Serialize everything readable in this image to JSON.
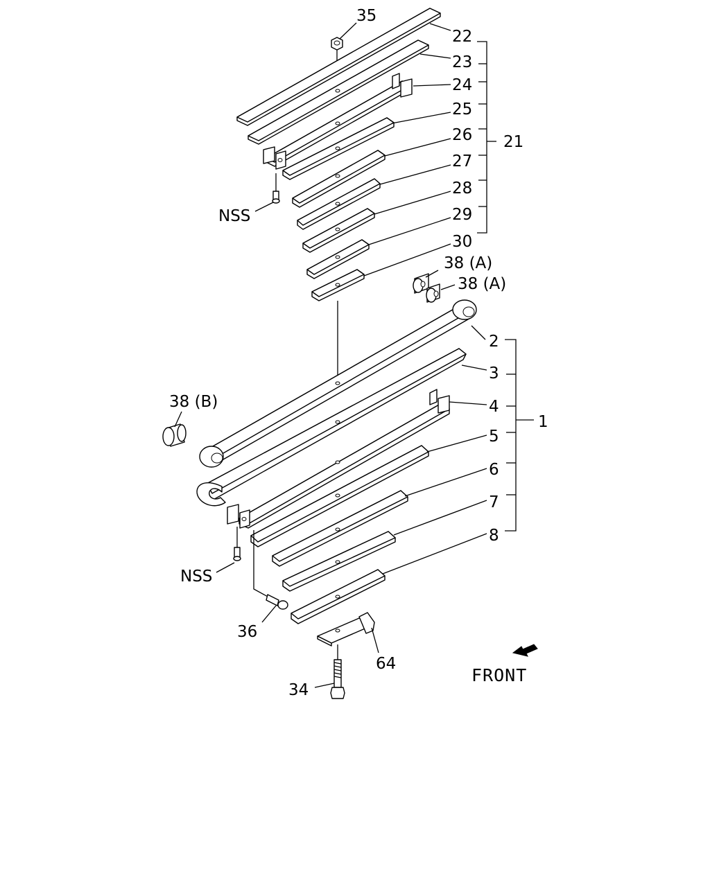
{
  "diagram": {
    "kind": "exploded parts diagram - leaf spring assembly",
    "front_label": "FRONT",
    "labels": {
      "p35": "35",
      "p22": "22",
      "p23": "23",
      "p24": "24",
      "p25": "25",
      "p26": "26",
      "p27": "27",
      "p28": "28",
      "p29": "29",
      "p30": "30",
      "p21": "21",
      "nss_upper": "NSS",
      "p38a_1": "38 (A)",
      "p38a_2": "38 (A)",
      "p2": "2",
      "p3": "3",
      "p4": "4",
      "p5": "5",
      "p6": "6",
      "p7": "7",
      "p8": "8",
      "p1": "1",
      "p38b": "38 (B)",
      "nss_lower": "NSS",
      "p36": "36",
      "p64": "64",
      "p34": "34"
    }
  }
}
